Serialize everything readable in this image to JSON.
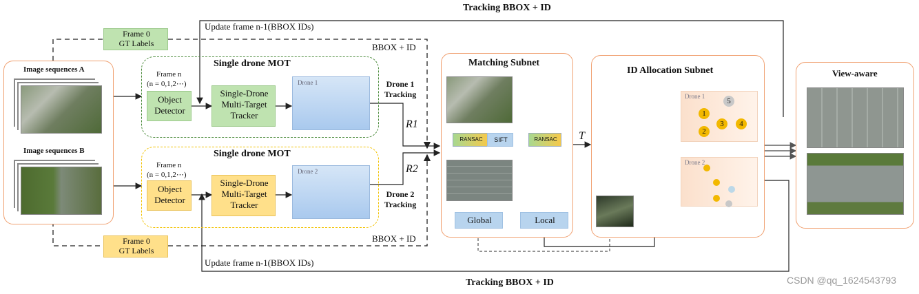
{
  "top_title": "Tracking BBOX + ID",
  "bottom_title": "Tracking BBOX + ID",
  "update_top": "Update frame n-1(BBOX  IDs)",
  "update_bottom": "Update frame n-1(BBOX IDs)",
  "bbox_top": "BBOX + ID",
  "bbox_bottom": "BBOX + ID",
  "frame0_top": {
    "line1": "Frame 0",
    "line2": "GT Labels"
  },
  "frame0_bottom": {
    "line1": "Frame 0",
    "line2": "GT Labels"
  },
  "seq_a": "Image sequences A",
  "seq_b": "Image sequences B",
  "mot_top": {
    "title": "Single drone MOT",
    "frame": "Frame n",
    "range": "(n = 0,1,2⋯)",
    "detector": [
      "Object",
      "Detector"
    ],
    "tracker": [
      "Single-Drone",
      "Multi-Target",
      "Tracker"
    ],
    "drone": "Drone 1"
  },
  "mot_bottom": {
    "title": "Single drone MOT",
    "frame": "Frame n",
    "range": "(n = 0,1,2⋯)",
    "detector": [
      "Object",
      "Detector"
    ],
    "tracker": [
      "Single-Drone",
      "Multi-Target",
      "Tracker"
    ],
    "drone": "Drone 2"
  },
  "drone1_tracking": [
    "Drone 1",
    "Tracking"
  ],
  "drone2_tracking": [
    "Drone 2",
    "Tracking"
  ],
  "r1": "R1",
  "r2": "R2",
  "t_label": "T",
  "matching": {
    "title": "Matching Subnet",
    "ransac1": "RANSAC",
    "sift": "SIFT",
    "ransac2": "RANSAC",
    "global": "Global",
    "local": "Local"
  },
  "id_alloc": {
    "title": "ID  Allocation Subnet",
    "drone1": "Drone 1",
    "drone2": "Drone 2",
    "n1": "1",
    "n2": "2",
    "n3": "3",
    "n4": "4",
    "n5": "5"
  },
  "view_aware": "View-aware",
  "watermark": "CSDN @qq_1624543793",
  "colors": {
    "orange_border": "#f0a070",
    "green": "#7cc84a",
    "yellow": "#f2b800",
    "red": "#e02020",
    "blue": "#b8d4ee"
  }
}
